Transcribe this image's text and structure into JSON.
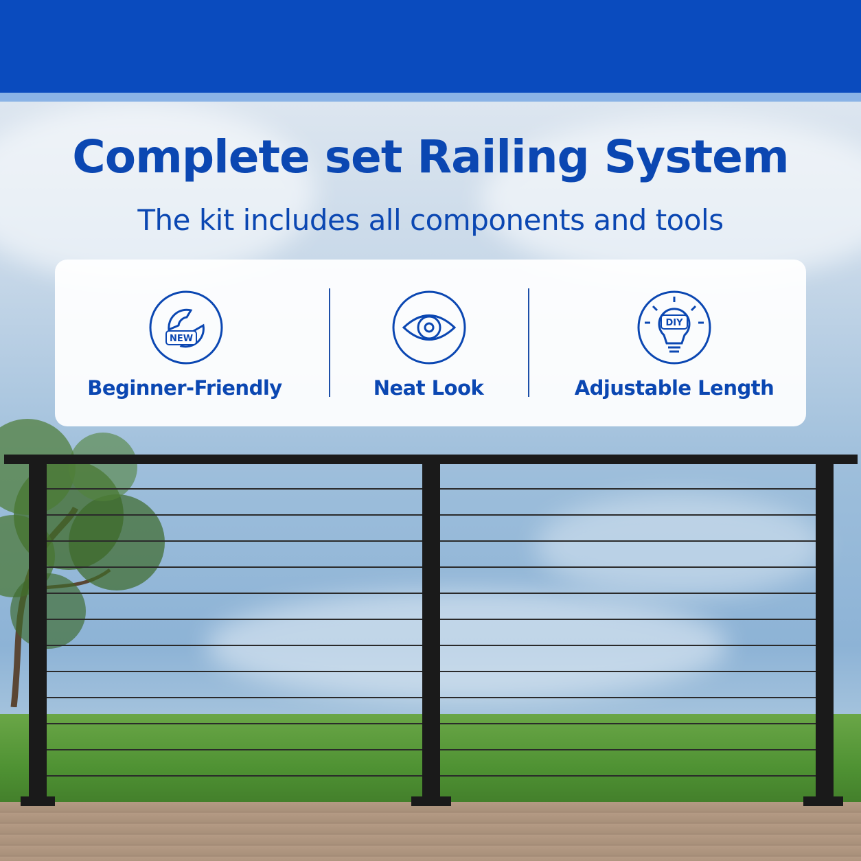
{
  "title": "Complete set Railing System",
  "subtitle": "The kit includes all components and tools",
  "features": [
    {
      "label": "Beginner-Friendly",
      "icon": "wrench-new-icon",
      "badge": "NEW"
    },
    {
      "label": "Neat Look",
      "icon": "eye-icon"
    },
    {
      "label": "Adjustable Length",
      "icon": "diy-lightbulb-icon",
      "badge": "DIY"
    }
  ],
  "colors": {
    "brand_blue": "#0b47b2",
    "top_bar": "#0a4bbe",
    "rail": "#1a1a1a"
  }
}
